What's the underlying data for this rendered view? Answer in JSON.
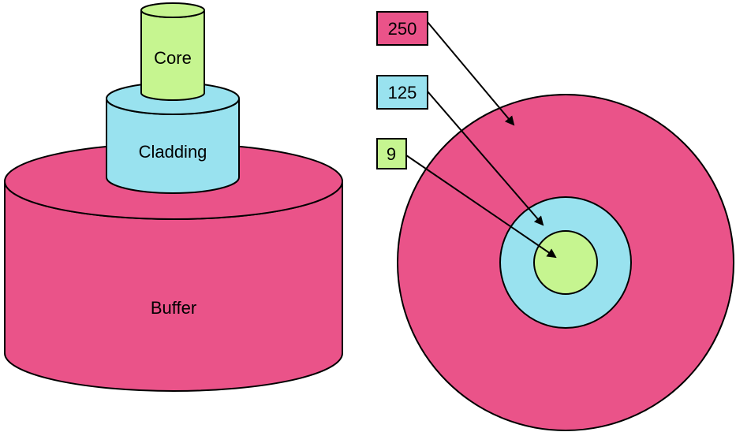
{
  "cylinder": {
    "core_label": "Core",
    "cladding_label": "Cladding",
    "buffer_label": "Buffer"
  },
  "cross_section": {
    "buffer_value": "250",
    "cladding_value": "125",
    "core_value": "9"
  },
  "colors": {
    "core": "#c6f590",
    "cladding": "#99e2ef",
    "buffer": "#ea5389",
    "outline": "#000000"
  }
}
